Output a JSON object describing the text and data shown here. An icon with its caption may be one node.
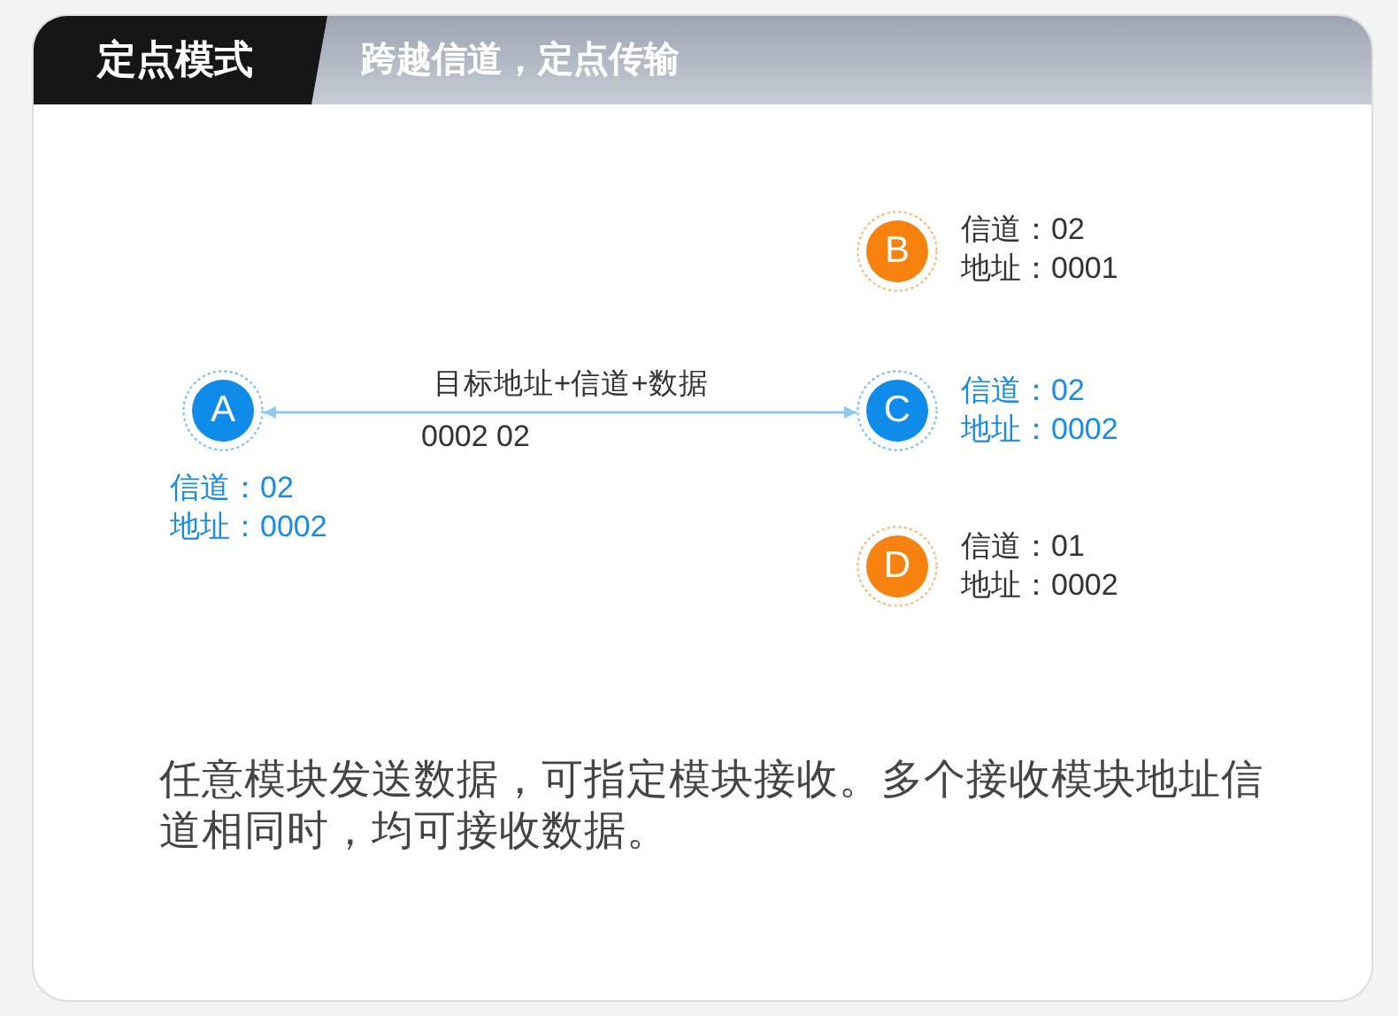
{
  "diagram": {
    "title": "定点模式",
    "caption": "任意模块发送数据，可指定模块接收。多个接收模块地址信道相同时，均可接收数据。",
    "nodes": [
      {
        "text": [
          "A"
        ],
        "beside": [
          "信道：02",
          "地址：0002"
        ]
      },
      {
        "text": [
          "B"
        ],
        "beside": [
          "信道：02",
          "地址：0001"
        ]
      },
      {
        "text": [
          "C"
        ],
        "beside": [
          "信道：02",
          "地址：0002"
        ]
      },
      {
        "text": [
          "D"
        ],
        "beside": [
          "信道：01",
          "地址：0002"
        ]
      }
    ],
    "edges": [
      {
        "from": 0,
        "to": 2,
        "arrow": "both",
        "label": "目标地址+信道+数据"
      }
    ],
    "labels": [
      "跨越信道，定点传输",
      "0002 02"
    ]
  }
}
